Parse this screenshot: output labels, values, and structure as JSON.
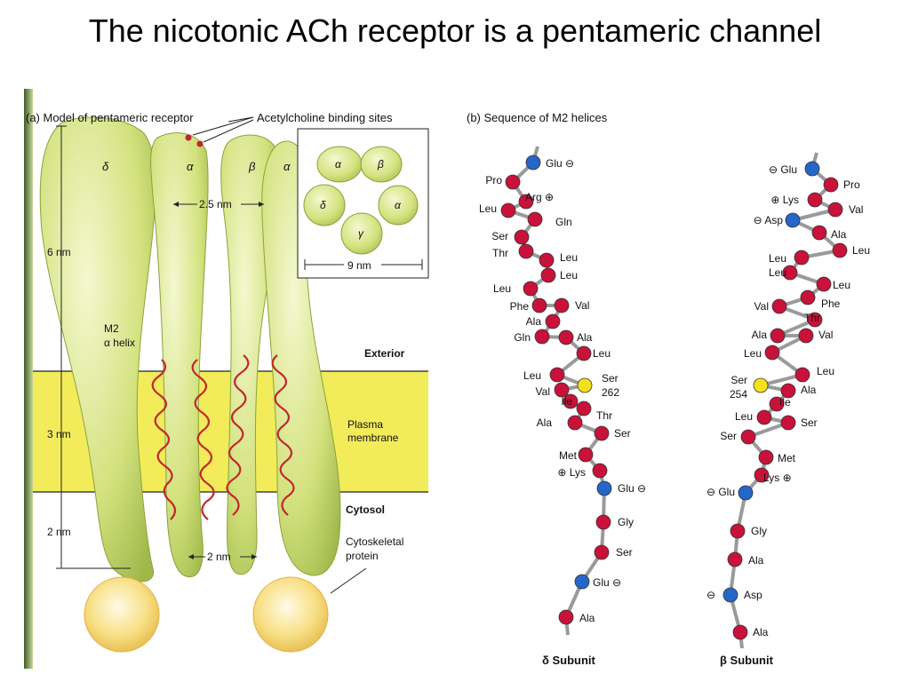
{
  "title": "The nicotonic ACh receptor is a pentameric channel",
  "panel_a": {
    "heading": "(a) Model of pentameric receptor",
    "binding_sites_label": "Acetylcholine binding sites",
    "subunits_top": [
      "δ",
      "α",
      "β",
      "α"
    ],
    "top_width": "2.5 nm",
    "bottom_width": "2 nm",
    "dims": [
      "6 nm",
      "3 nm",
      "2 nm"
    ],
    "m2_label_1": "M2",
    "m2_label_2": "α helix",
    "exterior": "Exterior",
    "membrane_1": "Plasma",
    "membrane_2": "membrane",
    "cytosol": "Cytosol",
    "cytoskeletal_1": "Cytoskeletal",
    "cytoskeletal_2": "protein",
    "inset_subunits": [
      "α",
      "β",
      "α",
      "γ",
      "δ"
    ],
    "inset_width": "9 nm"
  },
  "panel_b": {
    "heading": "(b) Sequence of M2 helices",
    "delta_subunit": "δ Subunit",
    "beta_subunit": "β Subunit",
    "delta_residues": [
      "Glu ⊖",
      "Pro",
      "Arg ⊕",
      "Leu",
      "Gln",
      "Ser",
      "Thr",
      "Leu",
      "Leu",
      "Leu",
      "Phe",
      "Val",
      "Ala",
      "Gln",
      "Ala",
      "Leu",
      "Leu",
      "Ser",
      "Val",
      "262",
      "Ile",
      "Thr",
      "Ala",
      "Ser",
      "Met",
      "⊕ Lys",
      "Glu ⊖",
      "Gly",
      "Ser",
      "Glu ⊖",
      "Ala"
    ],
    "beta_residues": [
      "⊖ Glu",
      "Pro",
      "⊕ Lys",
      "Val",
      "⊖ Asp",
      "Ala",
      "Leu",
      "Leu",
      "Leu",
      "Leu",
      "Phe",
      "Val",
      "Thr",
      "Ala",
      "Val",
      "Leu",
      "Leu",
      "Ser",
      "Ala",
      "254",
      "Ile",
      "Leu",
      "Ser",
      "Ser",
      "Met",
      "Lys ⊕",
      "⊖ Glu",
      "Gly",
      "Ala",
      "⊖",
      "Asp",
      "Ala"
    ]
  },
  "colors": {
    "subunit_fill": "#cfe07a",
    "membrane": "#f2ec5a",
    "helix": "#c0272d",
    "residue_red": "#c8123a",
    "residue_blue": "#2566c9",
    "residue_yellow": "#f3e21a"
  }
}
